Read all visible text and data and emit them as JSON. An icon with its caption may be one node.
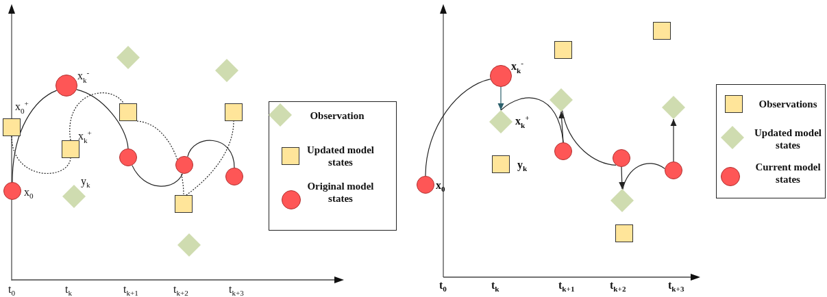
{
  "diagram": {
    "nodes": [
      {
        "text": [],
        "shape": "circle",
        "beside": [
          "x$_{0}$"
        ]
      },
      {
        "text": [],
        "shape": "circle",
        "beside": [
          "x$_{k}$$^{-}$"
        ]
      },
      {
        "text": [],
        "shape": "circle"
      },
      {
        "text": [],
        "shape": "circle"
      },
      {
        "text": [],
        "shape": "circle"
      },
      {
        "text": [],
        "shape": "box",
        "beside": [
          "x$_{0}$$^{+}$"
        ]
      },
      {
        "text": [],
        "shape": "box",
        "beside": [
          "x$_{k}$$^{+}$"
        ]
      },
      {
        "text": [],
        "shape": "box"
      },
      {
        "text": [],
        "shape": "box"
      },
      {
        "text": [],
        "shape": "box"
      },
      {
        "text": [],
        "shape": "diamond"
      },
      {
        "text": [],
        "shape": "diamond"
      },
      {
        "text": [],
        "shape": "diamond",
        "beside": [
          "y$_{k}$"
        ]
      },
      {
        "text": [],
        "shape": "diamond"
      },
      {
        "text": [],
        "shape": "circle",
        "beside": [
          "x$_{0}$"
        ]
      },
      {
        "text": [],
        "shape": "circle",
        "beside": [
          "x$_{k}$$^{-}$"
        ]
      },
      {
        "text": [],
        "shape": "circle"
      },
      {
        "text": [],
        "shape": "circle"
      },
      {
        "text": [],
        "shape": "circle"
      },
      {
        "text": [],
        "shape": "diamond",
        "beside": [
          "x$_{k}$$^{+}$"
        ]
      },
      {
        "text": [],
        "shape": "diamond"
      },
      {
        "text": [],
        "shape": "diamond"
      },
      {
        "text": [],
        "shape": "diamond"
      },
      {
        "text": [],
        "shape": "box"
      },
      {
        "text": [],
        "shape": "box"
      },
      {
        "text": [],
        "shape": "box",
        "beside": [
          "y$_{k}$"
        ]
      },
      {
        "text": [],
        "shape": "box"
      }
    ],
    "edges": [
      {
        "from": 0,
        "to": 1,
        "arrow": "none"
      },
      {
        "from": 1,
        "to": 2,
        "arrow": "none"
      },
      {
        "from": 2,
        "to": 3,
        "arrow": "none"
      },
      {
        "from": 3,
        "to": 4,
        "arrow": "none"
      },
      {
        "from": 5,
        "to": 6,
        "arrow": "none",
        "style": "dashed"
      },
      {
        "from": 6,
        "to": 7,
        "arrow": "none",
        "style": "dashed"
      },
      {
        "from": 7,
        "to": 8,
        "arrow": "none",
        "style": "dashed"
      },
      {
        "from": 8,
        "to": 9,
        "arrow": "none",
        "style": "dashed"
      },
      {
        "from": 14,
        "to": 15,
        "arrow": "none"
      },
      {
        "from": 15,
        "to": 19,
        "arrow": "to",
        "color": "#2b5f6b"
      },
      {
        "from": 19,
        "to": 16,
        "arrow": "none"
      },
      {
        "from": 16,
        "to": 20,
        "arrow": "to"
      },
      {
        "from": 20,
        "to": 17,
        "arrow": "none"
      },
      {
        "from": 17,
        "to": 21,
        "arrow": "to"
      },
      {
        "from": 21,
        "to": 18,
        "arrow": "none"
      },
      {
        "from": 18,
        "to": 22,
        "arrow": "to"
      }
    ],
    "labels": [
      "t$_{0}$",
      "t$_{k}$",
      "t$_{k+1}$",
      "t$_{k+2}$",
      "t$_{k+3}$",
      "t$_{0}$",
      "t$_{k}$",
      "t$_{k+1}$",
      "t$_{k+2}$",
      "t$_{k+3}$"
    ],
    "legend": [
      {
        "text": "Observation"
      },
      {
        "text": "Updated model states"
      },
      {
        "text": "Original model states"
      },
      {
        "text": "Observations"
      },
      {
        "text": "Updated model states"
      },
      {
        "text": "Current model states"
      }
    ]
  }
}
